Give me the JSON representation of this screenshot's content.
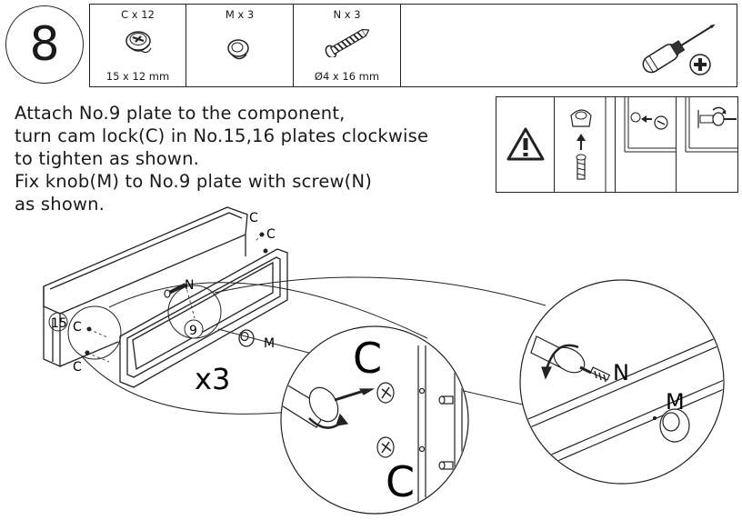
{
  "step": {
    "number": "8"
  },
  "parts": [
    {
      "label": "C x 12",
      "size": "15 x 12 mm",
      "icon": "cam-lock-icon"
    },
    {
      "label": "M x 3",
      "size": "",
      "icon": "knob-icon"
    },
    {
      "label": "N x 3",
      "size": "Ø4 x 16 mm",
      "icon": "screw-icon"
    }
  ],
  "tool": {
    "icon": "phillips-screwdriver-icon"
  },
  "instructions": [
    "Attach No.9 plate to the component,",
    "turn cam lock(C) in No.15,16 plates clockwise",
    "to tighten as shown.",
    "Fix knob(M) to No.9 plate with screw(N)",
    "as shown."
  ],
  "warning": {
    "icon": "warning-triangle-icon"
  },
  "diagram": {
    "label_c_top1": "C",
    "label_c_top2": "C",
    "label_n": "N",
    "label_15": "15",
    "label_c_left1": "C",
    "label_c_left2": "C",
    "label_9": "9",
    "label_m": "M",
    "multiplier": "x3",
    "detail_c_top": "C",
    "detail_c_bottom": "C",
    "detail_n": "N",
    "detail_m": "M"
  }
}
